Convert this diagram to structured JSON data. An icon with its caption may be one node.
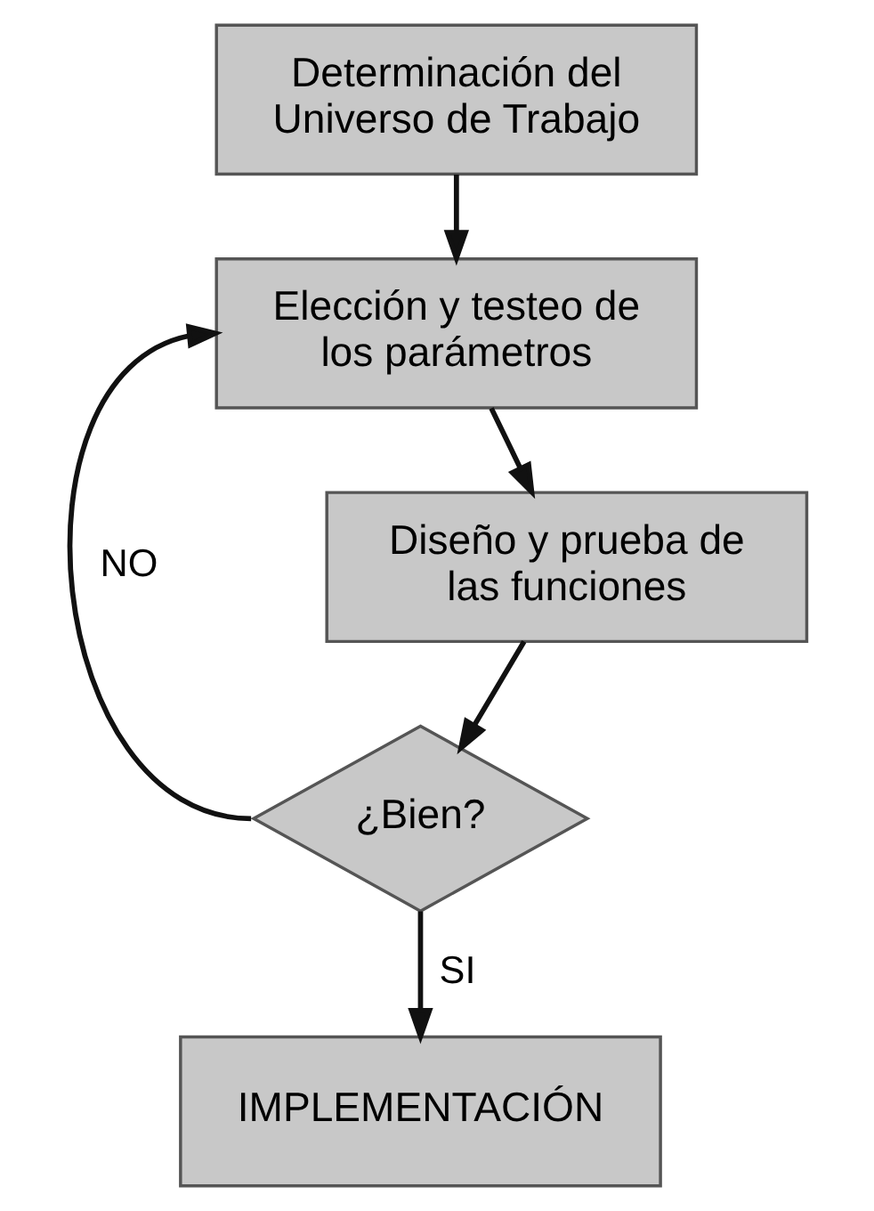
{
  "diagram": {
    "nodes": [
      {
        "text": [
          "Determinación del Universo de Trabajo"
        ]
      },
      {
        "text": [
          "Elección y testeo de los parámetros"
        ]
      },
      {
        "text": [
          "Diseño y prueba de las funciones"
        ]
      },
      {
        "text": [
          "¿Bien?"
        ]
      },
      {
        "text": [
          "IMPLEMENTACIÓN"
        ]
      }
    ],
    "edges": [
      {
        "from": 0,
        "to": 1,
        "arrow": "to"
      },
      {
        "from": 1,
        "to": 2,
        "arrow": "to"
      },
      {
        "from": 2,
        "to": 3,
        "arrow": "to"
      },
      {
        "from": 3,
        "to": 1,
        "arrow": "to",
        "label": "NO"
      },
      {
        "from": 3,
        "to": 4,
        "arrow": "to",
        "label": "SI"
      }
    ]
  }
}
